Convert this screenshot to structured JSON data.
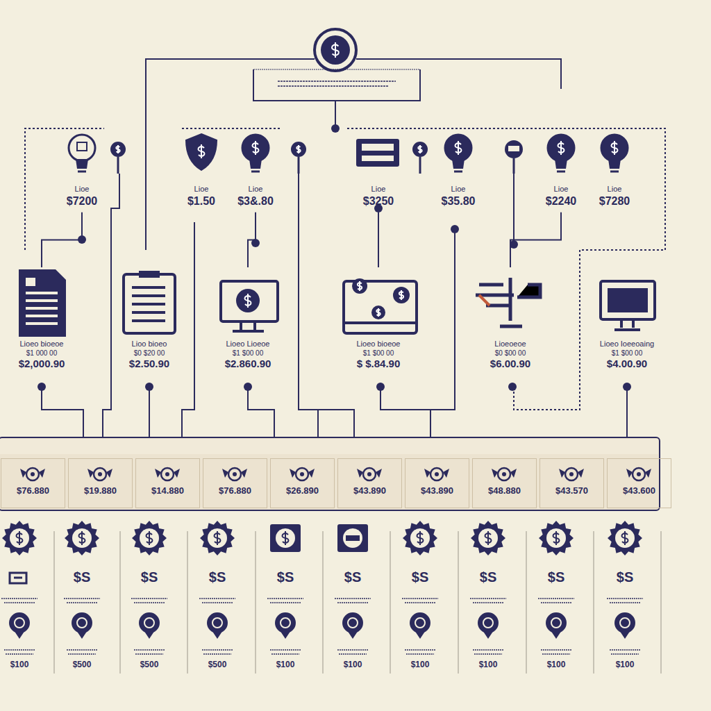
{
  "diagram": {
    "nodes": [
      {
        "text": [
          "Lioe",
          "$7200"
        ]
      },
      {
        "text": [
          "Lioe",
          "$1.50"
        ]
      },
      {
        "text": [
          "Lioe",
          "$3&.80"
        ]
      },
      {
        "text": [
          "Lioe",
          "$3250"
        ]
      },
      {
        "text": [
          "Lioe",
          "$35.80"
        ]
      },
      {
        "text": [
          "Lioe",
          "$2240"
        ]
      },
      {
        "text": [
          "Lioe",
          "$7280"
        ]
      },
      {
        "text": [
          "Lioeo bioeoe",
          "$1 000 00",
          "$2,000.90"
        ]
      },
      {
        "text": [
          "Lioo bioeo",
          "$0 $20 00",
          "$2.50.90"
        ]
      },
      {
        "text": [
          "Lioeo Lioeoe",
          "$1 $00 00",
          "$2.860.90"
        ]
      },
      {
        "text": [
          "Lioeo bioeoe",
          "$1 $00 00",
          "$ $.84.90"
        ]
      },
      {
        "text": [
          "Lioeoeoe",
          "$0 $00 00",
          "$6.00.90"
        ]
      },
      {
        "text": [
          "Lioeo Ioeeoaing",
          "$1 $00 00",
          "$4.00.90"
        ]
      },
      {
        "text": [
          "$76.880"
        ]
      },
      {
        "text": [
          "$19.880"
        ]
      },
      {
        "text": [
          "$14.880"
        ]
      },
      {
        "text": [
          "$76.880"
        ]
      },
      {
        "text": [
          "$26.890"
        ]
      },
      {
        "text": [
          "$43.890"
        ]
      },
      {
        "text": [
          "$43.890"
        ]
      },
      {
        "text": [
          "$48.880"
        ]
      },
      {
        "text": [
          "$43.570"
        ]
      },
      {
        "text": [
          "$43.600"
        ]
      }
    ],
    "edges": [
      {
        "from": 0,
        "to": 7,
        "arrow": "none"
      },
      {
        "from": 2,
        "to": 9,
        "arrow": "none"
      },
      {
        "from": 3,
        "to": 10,
        "arrow": "none"
      },
      {
        "from": 5,
        "to": 11,
        "arrow": "none"
      }
    ],
    "labels": [
      "$S",
      "$S",
      "$S",
      "$S",
      "$S",
      "$S",
      "$S",
      "$S",
      "$S",
      "$100",
      "$500",
      "$500",
      "$500",
      "$100",
      "$100",
      "$100",
      "$100",
      "$100",
      "$100"
    ]
  }
}
